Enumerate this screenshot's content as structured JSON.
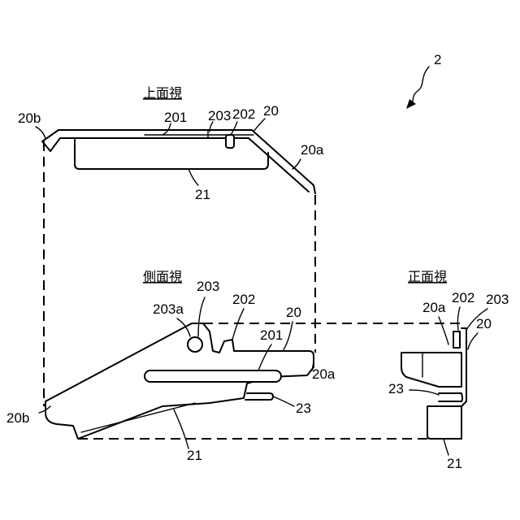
{
  "figure": {
    "views": {
      "top": "上面視",
      "side": "側面視",
      "front": "正面視"
    },
    "labels": {
      "fig_number": "2",
      "top": {
        "r203": "203",
        "r202": "202",
        "r201": "201",
        "r20": "20",
        "r20b": "20b",
        "r20a": "20a",
        "r21": "21"
      },
      "side": {
        "r203a": "203a",
        "r203": "203",
        "r202": "202",
        "r20": "20",
        "r201": "201",
        "r20a": "20a",
        "r23": "23",
        "r20b": "20b",
        "r21": "21"
      },
      "front": {
        "r20a": "20a",
        "r202": "202",
        "r203": "203",
        "r20": "20",
        "r23": "23",
        "r21": "21"
      }
    }
  }
}
